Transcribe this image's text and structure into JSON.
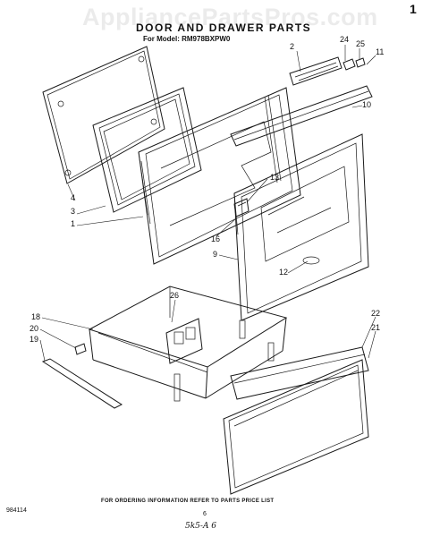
{
  "watermark": "AppliancePartsPros.com",
  "title": "DOOR AND DRAWER PARTS",
  "model_line": "For Model: RM978BXPW0",
  "footer_note": "FOR ORDERING INFORMATION REFER TO PARTS PRICE LIST",
  "doc_number": "984114",
  "page_number": "6",
  "handwritten_note": "5k5-A 6",
  "corner_mark": "1",
  "callouts": {
    "c1": "1",
    "c2": "2",
    "c3": "3",
    "c4": "4",
    "c9": "9",
    "c10": "10",
    "c11": "11",
    "c12": "12",
    "c13": "13",
    "c16": "16",
    "c18": "18",
    "c19": "19",
    "c20": "20",
    "c21": "21",
    "c22": "22",
    "c24": "24",
    "c25": "25",
    "c26": "26"
  }
}
